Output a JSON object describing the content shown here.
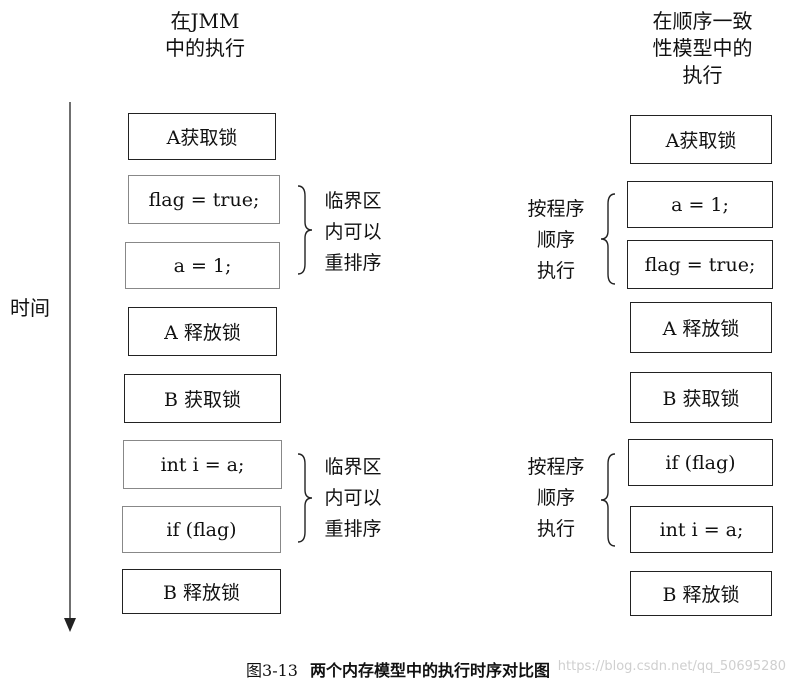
{
  "left_column": {
    "heading": "在JMM\n中的执行",
    "steps": [
      "A获取锁",
      "flag = true;",
      "a = 1;",
      "A 释放锁",
      "B 获取锁",
      "int i = a;",
      "if (flag)",
      "B 释放锁"
    ],
    "notes": [
      "临界区\n内可以\n重排序",
      "临界区\n内可以\n重排序"
    ]
  },
  "right_column": {
    "heading": "在顺序一致\n性模型中的\n执行",
    "steps": [
      "A获取锁",
      "a = 1;",
      "flag = true;",
      "A 释放锁",
      "B 获取锁",
      "if (flag)",
      "int i = a;",
      "B 释放锁"
    ],
    "notes": [
      "按程序\n顺序\n执行",
      "按程序\n顺序\n执行"
    ]
  },
  "axis": {
    "label": "时间"
  },
  "caption": {
    "number": "图3-13",
    "text": "两个内存模型中的执行时序对比图"
  },
  "watermark": "https://blog.csdn.net/qq_50695280"
}
